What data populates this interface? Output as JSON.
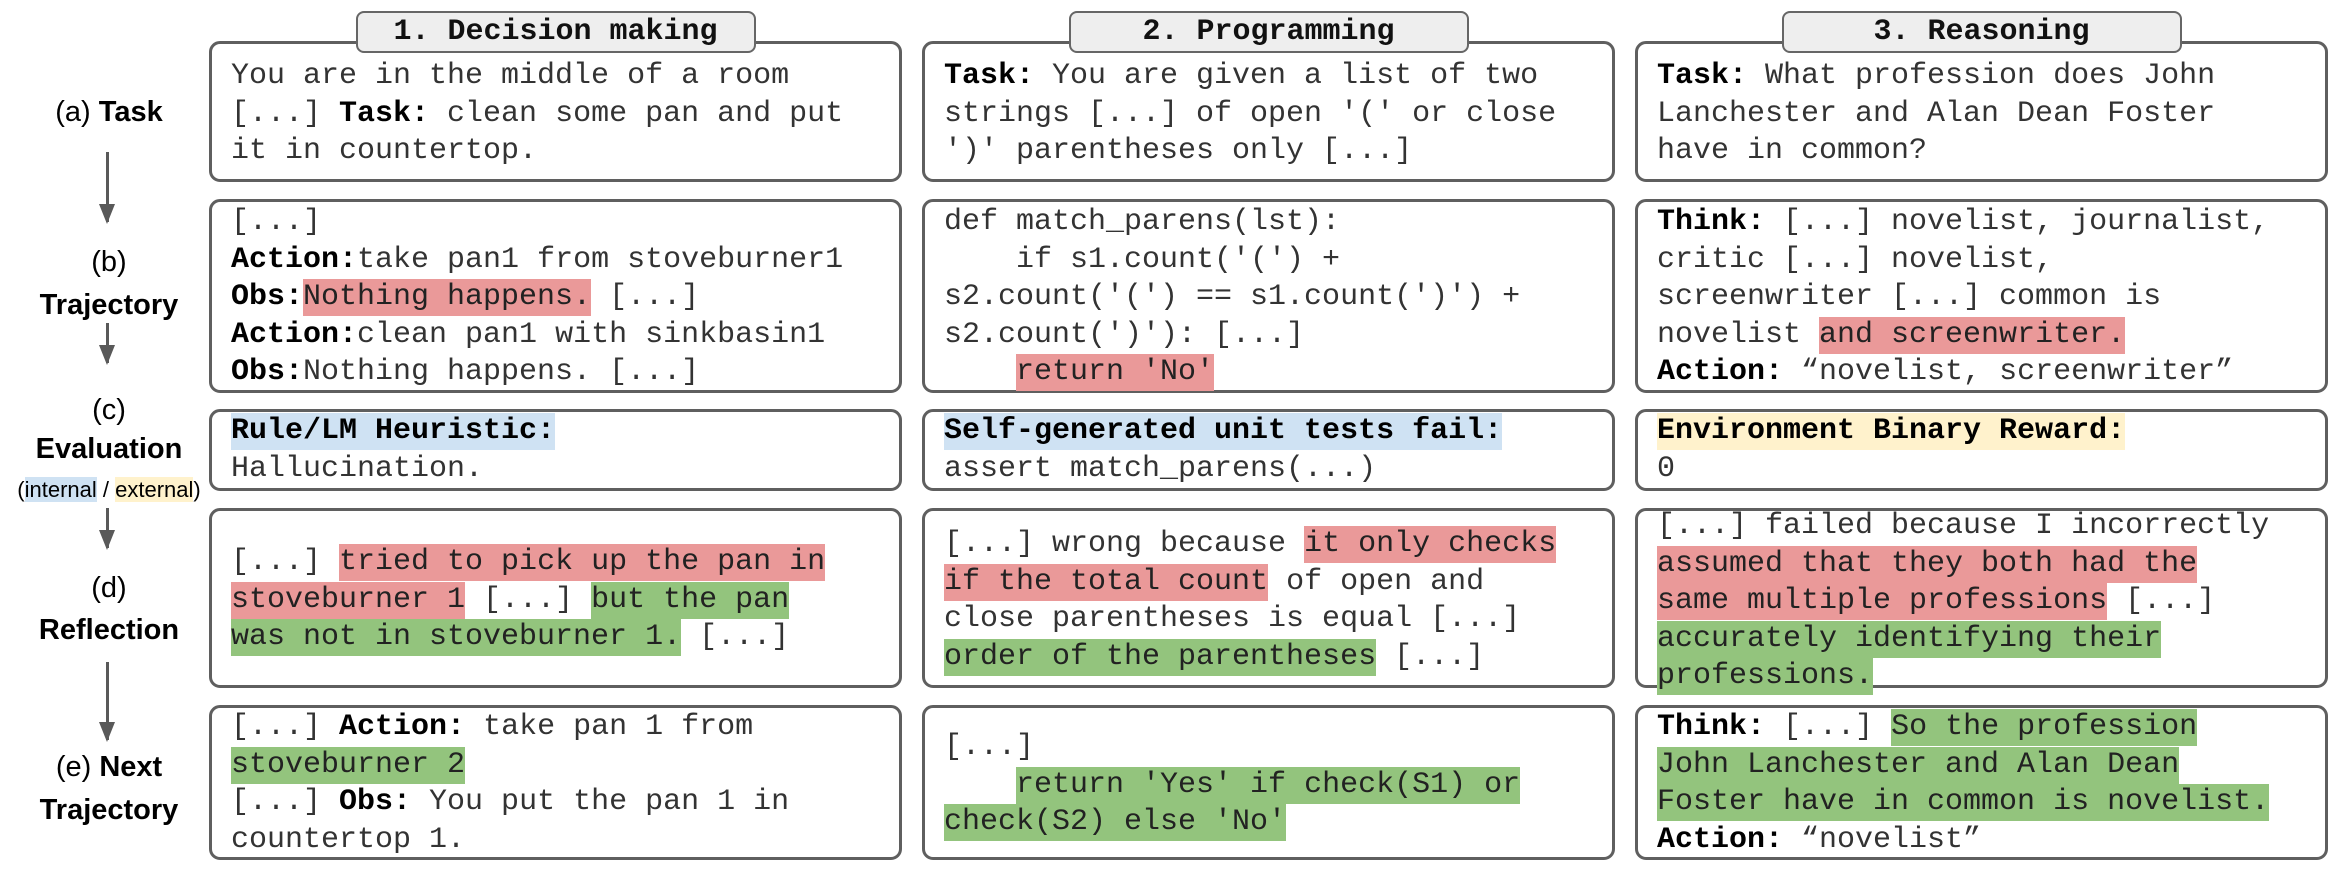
{
  "colors": {
    "red_highlight": "#ea9999",
    "green_highlight": "#93c47d",
    "internal_blue": "#cfe2f3",
    "external_yellow": "#fff2cc",
    "border": "#5f5f5f",
    "tab_bg": "#eeeeee"
  },
  "row_labels": [
    {
      "letter": "(a)",
      "name": "Task"
    },
    {
      "letter": "(b)",
      "name": "Trajectory"
    },
    {
      "letter": "(c)",
      "name": "Evaluation"
    },
    {
      "letter": "(d)",
      "name": "Reflection"
    },
    {
      "letter": "(e)",
      "name": "Next Trajectory"
    }
  ],
  "evaluation_legend": {
    "open": "(",
    "internal": "internal",
    "sep": " / ",
    "external": "external",
    "close": ")"
  },
  "columns": [
    {
      "header": "1. Decision making",
      "cells": {
        "task": [
          [
            {
              "t": "You are in the middle of a room"
            }
          ],
          [
            {
              "t": "[...] "
            },
            {
              "t": "Task:",
              "s": "b"
            },
            {
              "t": " clean some pan and put"
            }
          ],
          [
            {
              "t": "it in countertop."
            }
          ]
        ],
        "trajectory": [
          [
            {
              "t": "[...]"
            }
          ],
          [
            {
              "t": "Action:",
              "s": "b"
            },
            {
              "t": "take pan1 from stoveburner1"
            }
          ],
          [
            {
              "t": "Obs:",
              "s": "b"
            },
            {
              "t": "Nothing happens.",
              "s": "r"
            },
            {
              "t": " [...]"
            }
          ],
          [
            {
              "t": "Action:",
              "s": "b"
            },
            {
              "t": "clean pan1 with sinkbasin1"
            }
          ],
          [
            {
              "t": "Obs:",
              "s": "b"
            },
            {
              "t": "Nothing happens. [...]"
            }
          ]
        ],
        "evaluation": [
          [
            {
              "t": "Rule/LM Heuristic:",
              "s": "bl"
            }
          ],
          [
            {
              "t": "Hallucination."
            }
          ]
        ],
        "reflection": [
          [
            {
              "t": "[...] "
            },
            {
              "t": "tried to pick up the pan in",
              "s": "r"
            }
          ],
          [
            {
              "t": "stoveburner 1",
              "s": "r"
            },
            {
              "t": " [...] "
            },
            {
              "t": "but the pan",
              "s": "g"
            }
          ],
          [
            {
              "t": "was not in stoveburner 1.",
              "s": "g"
            },
            {
              "t": " [...]"
            }
          ]
        ],
        "next": [
          [
            {
              "t": "[...] "
            },
            {
              "t": "Action:",
              "s": "b"
            },
            {
              "t": " take pan 1 from"
            }
          ],
          [
            {
              "t": "stoveburner 2",
              "s": "g"
            }
          ],
          [
            {
              "t": "[...] "
            },
            {
              "t": "Obs:",
              "s": "b"
            },
            {
              "t": " You put the pan 1 in"
            }
          ],
          [
            {
              "t": "countertop 1."
            }
          ]
        ]
      }
    },
    {
      "header": "2. Programming",
      "cells": {
        "task": [
          [
            {
              "t": "Task:",
              "s": "b"
            },
            {
              "t": " You are given a list of two"
            }
          ],
          [
            {
              "t": "strings [...] of open '(' or close"
            }
          ],
          [
            {
              "t": "')' parentheses only [...]"
            }
          ]
        ],
        "trajectory": [
          [
            {
              "t": "def match_parens(lst):"
            }
          ],
          [
            {
              "t": "    if s1.count('(') +"
            }
          ],
          [
            {
              "t": "s2.count('(') == s1.count(')') +"
            }
          ],
          [
            {
              "t": "s2.count(')'): [...]"
            }
          ],
          [
            {
              "t": "    "
            },
            {
              "t": "return 'No'",
              "s": "r"
            }
          ]
        ],
        "evaluation": [
          [
            {
              "t": "Self-generated unit tests fail:",
              "s": "bl"
            }
          ],
          [
            {
              "t": "assert match_parens(...)"
            }
          ]
        ],
        "reflection": [
          [
            {
              "t": "[...] wrong because "
            },
            {
              "t": "it only checks",
              "s": "r"
            }
          ],
          [
            {
              "t": "if the total count",
              "s": "r"
            },
            {
              "t": " of open and"
            }
          ],
          [
            {
              "t": "close parentheses is equal [...]"
            }
          ],
          [
            {
              "t": "order of the parentheses",
              "s": "g"
            },
            {
              "t": " [...]"
            }
          ]
        ],
        "next": [
          [
            {
              "t": "[...]"
            }
          ],
          [
            {
              "t": "    "
            },
            {
              "t": "return 'Yes' if check(S1) or",
              "s": "g"
            }
          ],
          [
            {
              "t": "check(S2) else 'No'",
              "s": "g"
            }
          ]
        ]
      }
    },
    {
      "header": "3. Reasoning",
      "cells": {
        "task": [
          [
            {
              "t": "Task:",
              "s": "b"
            },
            {
              "t": " What profession does John"
            }
          ],
          [
            {
              "t": "Lanchester and Alan Dean Foster"
            }
          ],
          [
            {
              "t": "have in common?"
            }
          ]
        ],
        "trajectory": [
          [
            {
              "t": "Think:",
              "s": "b"
            },
            {
              "t": " [...] novelist, journalist,"
            }
          ],
          [
            {
              "t": "critic [...] novelist,"
            }
          ],
          [
            {
              "t": "screenwriter [...] common is"
            }
          ],
          [
            {
              "t": "novelist "
            },
            {
              "t": "and screenwriter.",
              "s": "r"
            }
          ],
          [
            {
              "t": "Action:",
              "s": "b"
            },
            {
              "t": " “novelist, screenwriter”"
            }
          ]
        ],
        "evaluation": [
          [
            {
              "t": "Environment Binary Reward:",
              "s": "y"
            }
          ],
          [
            {
              "t": "0"
            }
          ]
        ],
        "reflection": [
          [
            {
              "t": "[...] failed because I incorrectly"
            }
          ],
          [
            {
              "t": "assumed that they both had the",
              "s": "r"
            }
          ],
          [
            {
              "t": "same multiple professions",
              "s": "r"
            },
            {
              "t": " [...]"
            }
          ],
          [
            {
              "t": "accurately identifying their",
              "s": "g"
            }
          ],
          [
            {
              "t": "professions.",
              "s": "g"
            }
          ]
        ],
        "next": [
          [
            {
              "t": "Think:",
              "s": "b"
            },
            {
              "t": " [...] "
            },
            {
              "t": "So the profession",
              "s": "g"
            }
          ],
          [
            {
              "t": "John Lanchester and Alan Dean",
              "s": "g"
            }
          ],
          [
            {
              "t": "Foster have in common is novelist.",
              "s": "g"
            }
          ],
          [
            {
              "t": "Action:",
              "s": "b"
            },
            {
              "t": " “novelist”"
            }
          ]
        ]
      }
    }
  ]
}
